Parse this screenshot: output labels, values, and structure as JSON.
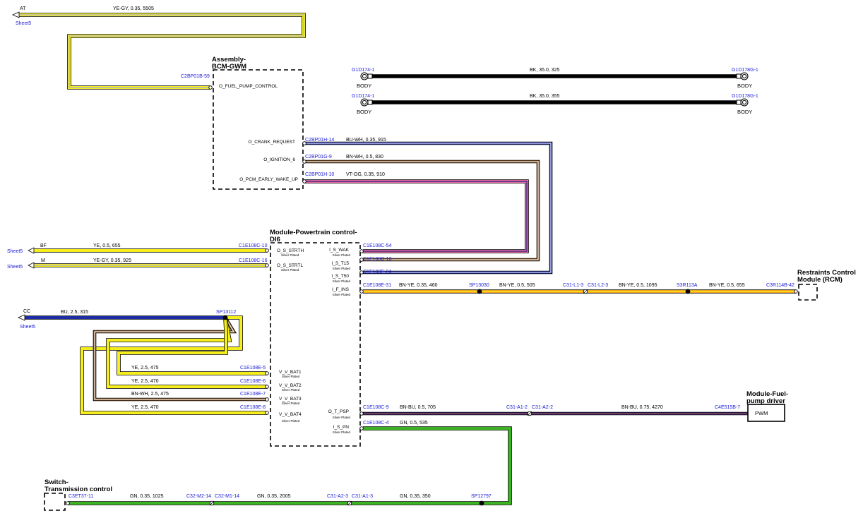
{
  "colors": {
    "yellow": "#f5ee1a",
    "gray": "#b8b8b8",
    "black": "#000000",
    "blue": "#1c2ba6",
    "brown": "#8b5a2b",
    "white": "#ffffff",
    "violet": "#4b2a86",
    "pink": "#ec6ba0",
    "green": "#3cb321",
    "orange": "#f29a1c",
    "label_blue": "#1a1ad6"
  },
  "sheet_refs": {
    "at_code": "AT",
    "at_sheet": "Sheet5",
    "bf_code": "BF",
    "bf_sheet": "Sheet5",
    "m_code": "M",
    "m_sheet": "Sheet5",
    "cc_code": "CC",
    "cc_sheet": "Sheet5"
  },
  "modules": {
    "bcm_line1": "Assembly-",
    "bcm_line2": "BCM-GWM",
    "pcm_line1": "Module-Powertrain control-",
    "pcm_line2": "DI6",
    "rcm_line1": "Restraints Control",
    "rcm_line2": "Module (RCM)",
    "fuel_line1": "Module-Fuel-",
    "fuel_line2": "pump driver",
    "fuel_inner": "PWM",
    "switch_line1": "Switch-",
    "switch_line2": "Transmission control"
  },
  "bcm_pins": {
    "fuel_pump_control": "O_FUEL_PUMP_CONTROL",
    "crank_request": "O_CRANK_REQUEST",
    "ignition_6": "O_IGNITION_6",
    "pcm_early_wake_up": "O_PCM_EARLY_WAKE_UP"
  },
  "pcm_pins": {
    "o_s_strth": "O_S_STRTH",
    "o_s_strtl": "O_S_STRTL",
    "i_s_wak": "I_S_WAK",
    "i_s_t15": "I_S_T15",
    "i_s_t50": "I_S_T50",
    "i_f_ins": "I_F_INS",
    "v_v_bat1": "V_V_BAT1",
    "v_v_bat2": "V_V_BAT2",
    "v_v_bat3": "V_V_BAT3",
    "v_v_bat4": "V_V_BAT4",
    "o_t_psp": "O_T_PSP",
    "i_s_pn": "I_S_PN",
    "silver_plated": "Silver Plated"
  },
  "connectors": {
    "c2bp01b_59": "C2BP01B-59",
    "c2bp01h_14": "C2BP01H-14",
    "c2bp01g_9": "C2BP01G-9",
    "c2bp01h_10": "C2BP01H-10",
    "c1e108c_10": "C1E108C-10",
    "c1e108c_16": "C1E108C-16",
    "c1e108c_54": "C1E108C-54",
    "c1e108c_13": "C1E108C-13",
    "c1e108e_24": "C1E108E-24",
    "c1e108e_31": "C1E108E-31",
    "sp13030": "SP13030",
    "c31_l1_3": "C31-L1-3",
    "c31_l2_3": "C31-L2-3",
    "s3r113a": "S3R113A",
    "c3r114b_42": "C3R114B-42",
    "sp13112": "SP13112",
    "c1e108e_5": "C1E108E-5",
    "c1e108e_6": "C1E108E-6",
    "c1e108e_7": "C1E108E-7",
    "c1e108e_8": "C1E108E-8",
    "c1e108c_9": "C1E108C-9",
    "c31_a1_2": "C31-A1-2",
    "c31_a2_2": "C31-A2-2",
    "c4e515b_7": "C4E515B-7",
    "c1e108c_4": "C1E108C-4",
    "c3et37_11": "C3ET37-11",
    "c32_m2_14": "C32-M2-14",
    "c32_m1_14": "C32-M1-14",
    "c31_a2_3": "C31-A2-3",
    "c31_a1_3": "C31-A1-3",
    "sp12797": "SP12797",
    "g1d174_1_a": "G1D174-1",
    "g1d178g_1_a": "G1D178G-1",
    "g1d174_1_b": "G1D174-1",
    "g1d178g_1_b": "G1D178G-1"
  },
  "grounds": {
    "body1": "BODY",
    "body2": "BODY",
    "body3": "BODY",
    "body4": "BODY"
  },
  "wires": {
    "at": "YE-GY,  0.35,  5505",
    "gnd1": "BK,  35.0,  325",
    "gnd2": "BK,  35.0,  355",
    "crank": "BU-WH,  0.35,  915",
    "ign": "BN-WH,  0.5,  830",
    "wake": "VT-OG,  0.35,  910",
    "bf": "YE,  0.5,  655",
    "m": "YE-GY,  0.35,  925",
    "ins1": "BN-YE,  0.35,  460",
    "ins2": "BN-YE,  0.5,  505",
    "ins3": "BN-YE,  0.5,  1095",
    "ins4": "BN-YE,  0.5,  655",
    "cc": "BU,  2.5,  315",
    "bat1": "YE,  2.5,  475",
    "bat2": "YE,  2.5,  470",
    "bat3": "BN-WH,  2.5,  475",
    "bat4": "YE,  2.5,  470",
    "psp1": "BN-BU,  0.5,  705",
    "psp2": "BN-BU,  0.75,  4270",
    "pn": "GN,  0.5,  535",
    "tr1": "GN,  0.35,  1025",
    "tr2": "GN,  0.35,  2005",
    "tr3": "GN,  0.35,  350"
  }
}
